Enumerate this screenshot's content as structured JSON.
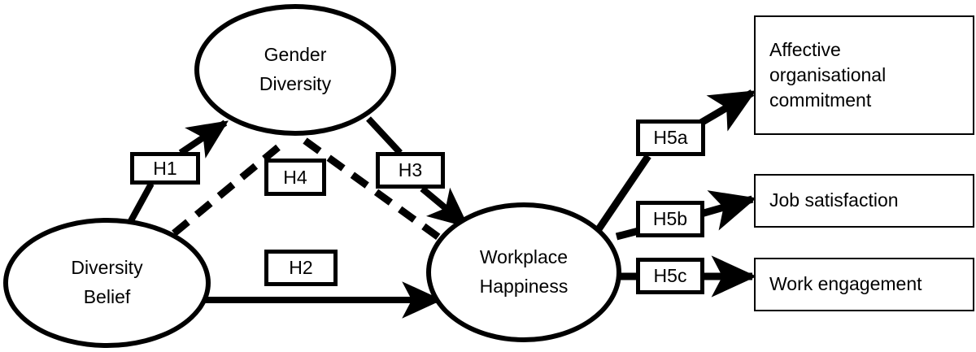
{
  "diagram": {
    "type": "conceptual-research-model",
    "background_color": "#ffffff",
    "line_color": "#000000",
    "nodes": [
      {
        "id": "gender-diversity",
        "shape": "ellipse",
        "lines": [
          "Gender",
          "Diversity"
        ]
      },
      {
        "id": "diversity-belief",
        "shape": "ellipse",
        "lines": [
          "Diversity",
          "Belief"
        ]
      },
      {
        "id": "workplace-happiness",
        "shape": "ellipse",
        "lines": [
          "Workplace",
          "Happiness"
        ]
      }
    ],
    "outcomes": [
      {
        "id": "affective-organisational-commitment",
        "lines": [
          "Affective",
          "organisational",
          "commitment"
        ]
      },
      {
        "id": "job-satisfaction",
        "lines": [
          "Job satisfaction"
        ]
      },
      {
        "id": "work-engagement",
        "lines": [
          "Work engagement"
        ]
      }
    ],
    "hypotheses": [
      {
        "id": "h1",
        "label": "H1",
        "from": "diversity-belief",
        "to": "gender-diversity",
        "style": "solid"
      },
      {
        "id": "h2",
        "label": "H2",
        "from": "diversity-belief",
        "to": "workplace-happiness",
        "style": "solid"
      },
      {
        "id": "h3",
        "label": "H3",
        "from": "gender-diversity",
        "to": "workplace-happiness",
        "style": "solid"
      },
      {
        "id": "h4",
        "label": "H4",
        "from": "diversity-belief",
        "to": "workplace-happiness",
        "style": "dashed"
      },
      {
        "id": "h5a",
        "label": "H5a",
        "from": "workplace-happiness",
        "to": "affective-organisational-commitment",
        "style": "solid"
      },
      {
        "id": "h5b",
        "label": "H5b",
        "from": "workplace-happiness",
        "to": "job-satisfaction",
        "style": "solid"
      },
      {
        "id": "h5c",
        "label": "H5c",
        "from": "workplace-happiness",
        "to": "work-engagement",
        "style": "solid"
      }
    ]
  }
}
